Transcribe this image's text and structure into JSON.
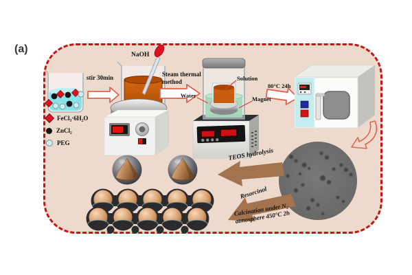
{
  "colors": {
    "canvas_bg": "#ffffff",
    "panel_bg": "#eedacd",
    "border_red": "#c41414",
    "arrow_outline": "#e4604e",
    "brown_arrow": "#a2734e",
    "text": "#111111",
    "copper": "#c98a58",
    "solution_orange": "#c85c10",
    "water_green": "#a6d7bd",
    "liquid_cyan": "#8ae2e9",
    "oven_panel_cyan": "#c4edef",
    "led_red": "#e01212"
  },
  "panel": {
    "label": "(a)"
  },
  "legend": {
    "items": [
      {
        "symbol": "red-diamond",
        "label": "FeCl₃·6H₂O"
      },
      {
        "symbol": "black-circle",
        "label": "ZnCl₂"
      },
      {
        "symbol": "open-circle",
        "label": "PEG"
      }
    ]
  },
  "labels": {
    "naoh": "NaOH",
    "stir": "stir 30min",
    "steam_line1": "Steam thermal",
    "steam_line2": "method",
    "solution": "Solution",
    "water": "Water",
    "magnet": "Magnet",
    "oven_condition": "80°C 24h",
    "teos": "TEOS hydrolysis",
    "resorcinol": "Resorcinol",
    "calcination_line1": "Calcination under N₂",
    "calcination_line2": "atmosphere 450°C 2h"
  }
}
